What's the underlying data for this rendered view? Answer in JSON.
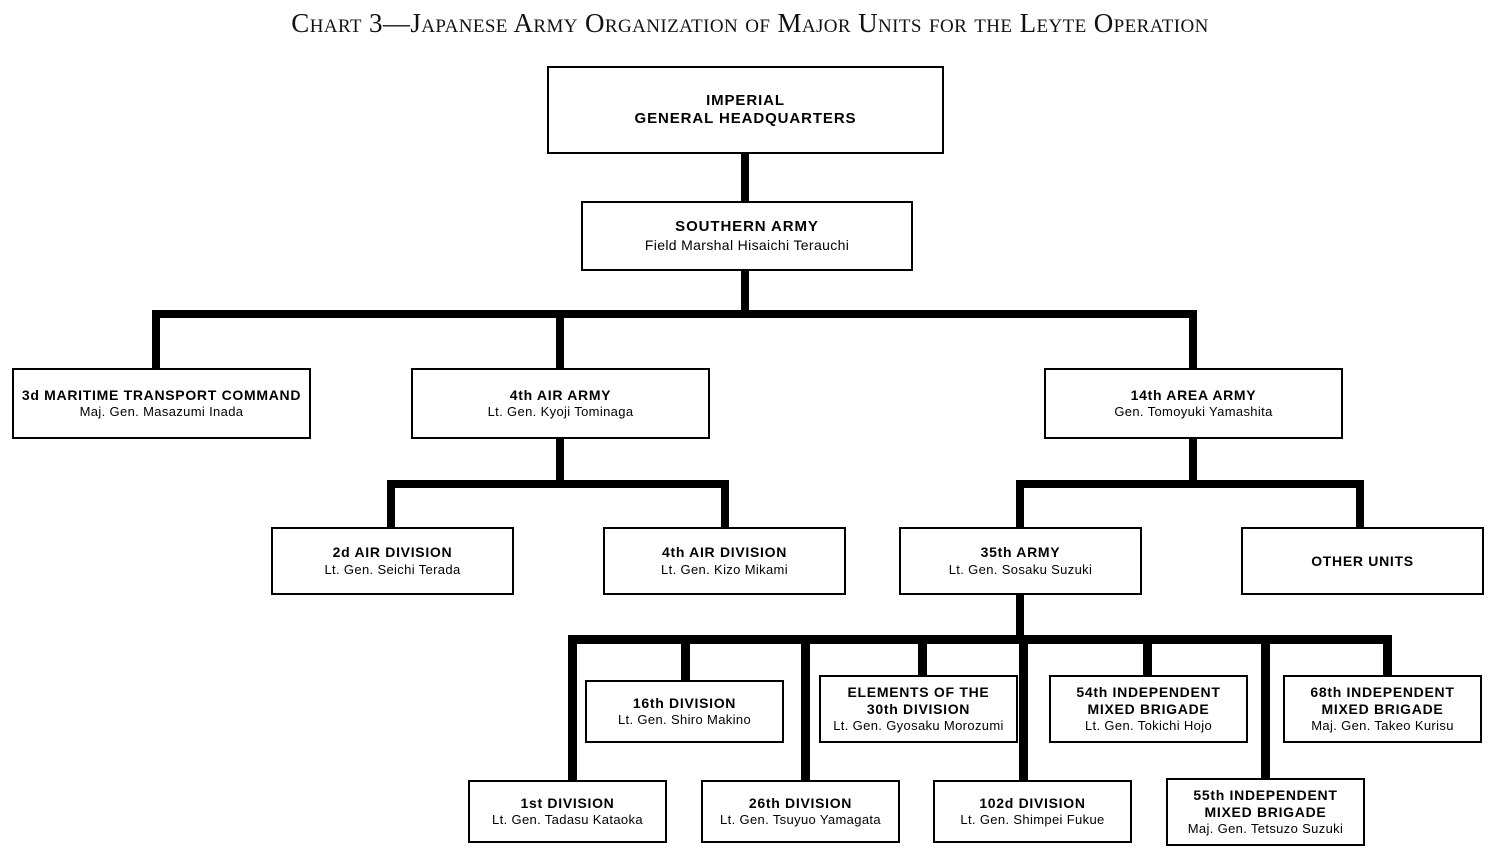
{
  "title": "Chart 3—Japanese Army Organization of Major Units for the Leyte Operation",
  "chart_data": {
    "type": "diagram",
    "diagram_kind": "organization-chart",
    "title": "Chart 3—Japanese Army Organization of Major Units for the Leyte Operation",
    "orientation": "top-down",
    "levels": 6,
    "nodes": [
      {
        "id": "ighq",
        "unit": "IMPERIAL\nGENERAL HEADQUARTERS",
        "commander": "",
        "level": 0,
        "parent": null
      },
      {
        "id": "southern",
        "unit": "SOUTHERN ARMY",
        "commander": "Field Marshal Hisaichi Terauchi",
        "level": 1,
        "parent": "ighq"
      },
      {
        "id": "mtc3",
        "unit": "3d MARITIME TRANSPORT COMMAND",
        "commander": "Maj. Gen. Masazumi Inada",
        "level": 2,
        "parent": "southern"
      },
      {
        "id": "air4",
        "unit": "4th AIR ARMY",
        "commander": "Lt. Gen. Kyoji Tominaga",
        "level": 2,
        "parent": "southern"
      },
      {
        "id": "area14",
        "unit": "14th AREA ARMY",
        "commander": "Gen. Tomoyuki Yamashita",
        "level": 2,
        "parent": "southern"
      },
      {
        "id": "airdiv2",
        "unit": "2d AIR DIVISION",
        "commander": "Lt. Gen. Seichi Terada",
        "level": 3,
        "parent": "air4"
      },
      {
        "id": "airdiv4",
        "unit": "4th AIR DIVISION",
        "commander": "Lt. Gen. Kizo Mikami",
        "level": 3,
        "parent": "air4"
      },
      {
        "id": "army35",
        "unit": "35th ARMY",
        "commander": "Lt. Gen. Sosaku Suzuki",
        "level": 3,
        "parent": "area14"
      },
      {
        "id": "other",
        "unit": "OTHER UNITS",
        "commander": "",
        "level": 3,
        "parent": "area14"
      },
      {
        "id": "div16",
        "unit": "16th DIVISION",
        "commander": "Lt. Gen. Shiro Makino",
        "level": 4,
        "parent": "army35"
      },
      {
        "id": "div30",
        "unit": "ELEMENTS OF THE\n30th DIVISION",
        "commander": "Lt. Gen. Gyosaku Morozumi",
        "level": 4,
        "parent": "army35"
      },
      {
        "id": "imb54",
        "unit": "54th INDEPENDENT\nMIXED BRIGADE",
        "commander": "Lt. Gen. Tokichi Hojo",
        "level": 4,
        "parent": "army35"
      },
      {
        "id": "imb68",
        "unit": "68th INDEPENDENT\nMIXED BRIGADE",
        "commander": "Maj. Gen. Takeo Kurisu",
        "level": 4,
        "parent": "army35"
      },
      {
        "id": "div1",
        "unit": "1st DIVISION",
        "commander": "Lt. Gen. Tadasu Kataoka",
        "level": 5,
        "parent": "army35"
      },
      {
        "id": "div26",
        "unit": "26th DIVISION",
        "commander": "Lt. Gen. Tsuyuo Yamagata",
        "level": 5,
        "parent": "army35"
      },
      {
        "id": "div102",
        "unit": "102d DIVISION",
        "commander": "Lt. Gen. Shimpei Fukue",
        "level": 5,
        "parent": "army35"
      },
      {
        "id": "imb55",
        "unit": "55th INDEPENDENT\nMIXED BRIGADE",
        "commander": "Maj. Gen. Tetsuzo Suzuki",
        "level": 5,
        "parent": "army35"
      }
    ]
  },
  "nodes": {
    "ighq": {
      "line1": "IMPERIAL",
      "line2": "GENERAL HEADQUARTERS"
    },
    "southern": {
      "line1": "SOUTHERN ARMY",
      "commander": "Field Marshal Hisaichi Terauchi"
    },
    "mtc3": {
      "line1": "3d MARITIME TRANSPORT COMMAND",
      "commander": "Maj. Gen. Masazumi Inada"
    },
    "air4": {
      "line1": "4th AIR ARMY",
      "commander": "Lt. Gen. Kyoji Tominaga"
    },
    "area14": {
      "line1": "14th AREA ARMY",
      "commander": "Gen. Tomoyuki Yamashita"
    },
    "airdiv2": {
      "line1": "2d AIR DIVISION",
      "commander": "Lt. Gen. Seichi Terada"
    },
    "airdiv4": {
      "line1": "4th AIR DIVISION",
      "commander": "Lt. Gen. Kizo Mikami"
    },
    "army35": {
      "line1": "35th ARMY",
      "commander": "Lt. Gen. Sosaku Suzuki"
    },
    "other": {
      "line1": "OTHER UNITS"
    },
    "div16": {
      "line1": "16th DIVISION",
      "commander": "Lt. Gen. Shiro Makino"
    },
    "div30": {
      "line1": "ELEMENTS OF THE",
      "line2": "30th DIVISION",
      "commander": "Lt. Gen. Gyosaku Morozumi"
    },
    "imb54": {
      "line1": "54th INDEPENDENT",
      "line2": "MIXED BRIGADE",
      "commander": "Lt. Gen. Tokichi Hojo"
    },
    "imb68": {
      "line1": "68th INDEPENDENT",
      "line2": "MIXED BRIGADE",
      "commander": "Maj. Gen. Takeo Kurisu"
    },
    "div1": {
      "line1": "1st DIVISION",
      "commander": "Lt. Gen. Tadasu Kataoka"
    },
    "div26": {
      "line1": "26th DIVISION",
      "commander": "Lt. Gen. Tsuyuo Yamagata"
    },
    "div102": {
      "line1": "102d DIVISION",
      "commander": "Lt. Gen. Shimpei Fukue"
    },
    "imb55": {
      "line1": "55th INDEPENDENT",
      "line2": "MIXED BRIGADE",
      "commander": "Maj. Gen. Tetsuzo Suzuki"
    }
  },
  "colors": {
    "ink": "#000000",
    "paper": "#ffffff"
  }
}
